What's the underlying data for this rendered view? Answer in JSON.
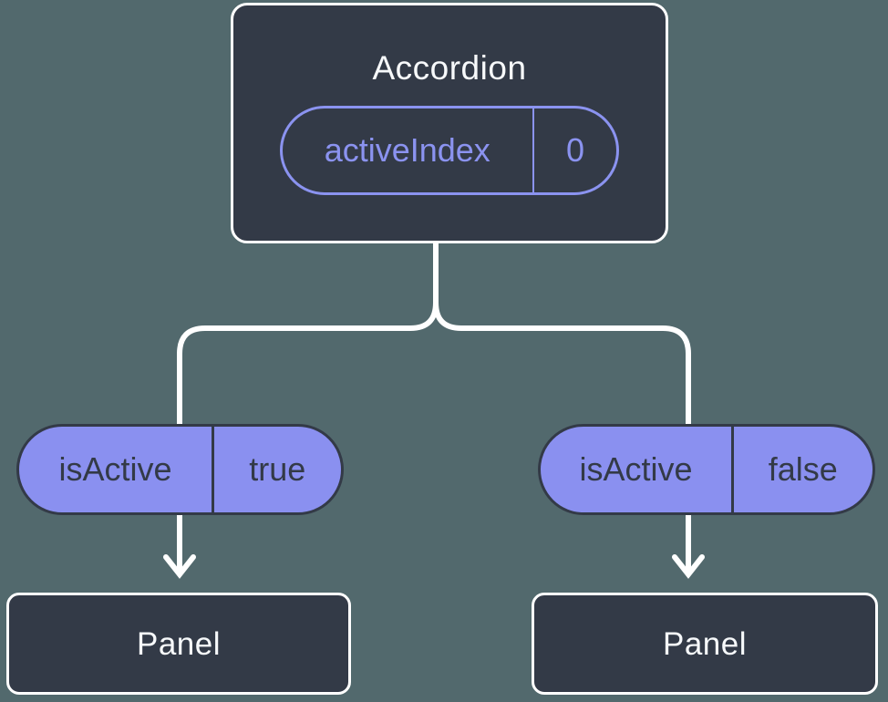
{
  "diagram": {
    "type": "component-state-tree",
    "root": {
      "title": "Accordion",
      "state": {
        "name": "activeIndex",
        "value": "0"
      }
    },
    "children": [
      {
        "prop": {
          "name": "isActive",
          "value": "true"
        },
        "node": {
          "title": "Panel"
        }
      },
      {
        "prop": {
          "name": "isActive",
          "value": "false"
        },
        "node": {
          "title": "Panel"
        }
      }
    ],
    "colors": {
      "background": "#52696D",
      "node_fill": "#333A47",
      "node_border": "#FFFFFF",
      "pill_fill": "#8A90F0",
      "accent_purple": "#8B93F0",
      "dark_text": "#333A47",
      "light_text": "#F7F9FB",
      "connector_line": "#FFFFFF"
    }
  }
}
